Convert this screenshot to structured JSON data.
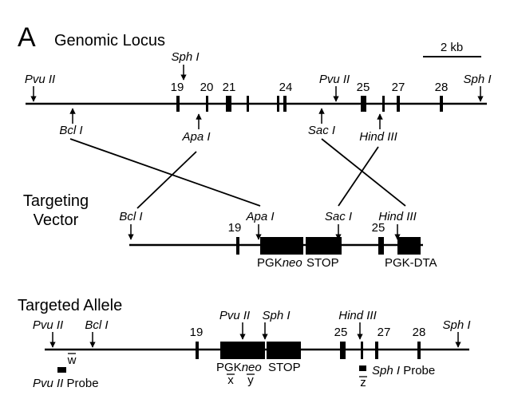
{
  "panel_letter": "A",
  "scale_bar": {
    "label": "2 kb"
  },
  "genomic": {
    "title": "Genomic Locus",
    "sites": [
      {
        "id": "pvu1",
        "label": "Pvu II",
        "dir": "down"
      },
      {
        "id": "bcl1",
        "label": "Bcl I",
        "dir": "up"
      },
      {
        "id": "sph1",
        "label": "Sph I",
        "dir": "down"
      },
      {
        "id": "apa1",
        "label": "Apa I",
        "dir": "up"
      },
      {
        "id": "pvu2",
        "label": "Pvu II",
        "dir": "down"
      },
      {
        "id": "sac1",
        "label": "Sac I",
        "dir": "up"
      },
      {
        "id": "hind1",
        "label": "Hind III",
        "dir": "up"
      },
      {
        "id": "sph2",
        "label": "Sph I",
        "dir": "down"
      }
    ],
    "exons": [
      {
        "id": "e19",
        "label": "19"
      },
      {
        "id": "e20",
        "label": "20"
      },
      {
        "id": "e21",
        "label": "21"
      },
      {
        "id": "e22",
        "label": ""
      },
      {
        "id": "e23",
        "label": ""
      },
      {
        "id": "e24",
        "label": "24"
      },
      {
        "id": "e25",
        "label": "25"
      },
      {
        "id": "e26",
        "label": ""
      },
      {
        "id": "e27",
        "label": "27"
      },
      {
        "id": "e28",
        "label": "28"
      }
    ]
  },
  "vector": {
    "title_line1": "Targeting",
    "title_line2": "Vector",
    "sites": [
      {
        "id": "bcl",
        "label": "Bcl I"
      },
      {
        "id": "apa",
        "label": "Apa I"
      },
      {
        "id": "sac",
        "label": "Sac I"
      },
      {
        "id": "hind",
        "label": "Hind III"
      }
    ],
    "exons": [
      {
        "id": "v19",
        "label": "19"
      },
      {
        "id": "v25",
        "label": "25"
      }
    ],
    "cassette_neo": {
      "prefix": "PGK",
      "italic": "neo"
    },
    "cassette_stop": "STOP",
    "cassette_dta": "PGK-DTA"
  },
  "allele": {
    "title": "Targeted Allele",
    "sites": [
      {
        "id": "pvu1",
        "label": "Pvu II"
      },
      {
        "id": "bcl",
        "label": "Bcl I"
      },
      {
        "id": "pvu2",
        "label": "Pvu II"
      },
      {
        "id": "sph1",
        "label": "Sph I"
      },
      {
        "id": "hind",
        "label": "Hind III"
      },
      {
        "id": "sph2",
        "label": "Sph I"
      }
    ],
    "exons": [
      {
        "id": "a19",
        "label": "19"
      },
      {
        "id": "a25",
        "label": "25"
      },
      {
        "id": "a26",
        "label": ""
      },
      {
        "id": "a27",
        "label": "27"
      },
      {
        "id": "a28",
        "label": "28"
      }
    ],
    "cassette_neo": {
      "prefix": "PGK",
      "italic": "neo"
    },
    "cassette_stop": "STOP",
    "markers": {
      "w": "w",
      "x": "x",
      "y": "y",
      "z": "z"
    },
    "probe_left": {
      "italic": "Pvu II",
      "text": " Probe"
    },
    "probe_right": {
      "italic": "Sph I",
      "text": " Probe"
    }
  }
}
